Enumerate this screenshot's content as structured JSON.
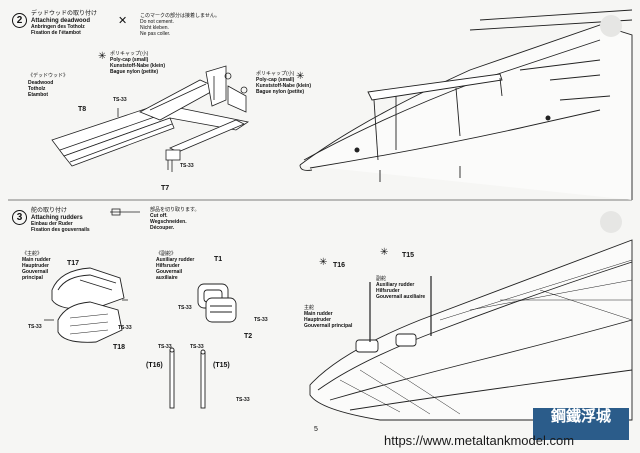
{
  "page_number": "5",
  "step2": {
    "number": "2",
    "title_jp": "デッドウッドの取り付け",
    "title_en": "Attaching deadwood",
    "title_de": "Anbringen des Totholz",
    "title_fr": "Fixation de l'étambot",
    "cement_note": [
      "このマークの部分は接着しません。",
      "Do not cement.",
      "Nicht kleben.",
      "Ne pas coller."
    ],
    "part_label_jp": "《デッドウッド》",
    "part_label_en": "Deadwood",
    "part_label_de": "Totholz",
    "part_label_fr": "Etambot",
    "polycap_left": [
      "ポリキャップ(小)",
      "Poly-cap (small)",
      "Kunststoff-Nabe (klein)",
      "Bague nylon (petite)"
    ],
    "polycap_right": [
      "ポリキャップ(小)",
      "Poly-cap (small)",
      "Kunststoff-Nabe (klein)",
      "Bague nylon (petite)"
    ],
    "part_t8": "T8",
    "part_t7": "T7",
    "screw_a": "TS-33",
    "screw_b": "TS-33"
  },
  "step3": {
    "number": "3",
    "title_jp": "舵の取り付け",
    "title_en": "Attaching rudders",
    "title_de": "Einbau der Ruder",
    "title_fr": "Fixation des gouvernails",
    "cut_note": [
      "部品を切り取ります。",
      "Cut off.",
      "Wegschneiden.",
      "Découper."
    ],
    "main_rudder": [
      "《主舵》",
      "Main rudder",
      "Hauptruder",
      "Gouvernail",
      "principal"
    ],
    "aux_rudder": [
      "《副舵》",
      "Auxiliary rudder",
      "Hilfsruder",
      "Gouvernail",
      "auxiliaire"
    ],
    "part_t17": "T17",
    "part_t18": "T18",
    "part_t1": "T1",
    "part_t2": "T2",
    "part_t16_paren": "(T16)",
    "part_t15_paren": "(T15)",
    "screw_labels": [
      "TS-33",
      "TS-33",
      "TS-33",
      "TS-33",
      "TS-33",
      "TS-33",
      "TS-33"
    ],
    "part_t16": "T16",
    "part_t15": "T15",
    "aux_rudder_right": [
      "副舵",
      "Auxiliary rudder",
      "Hilfsruder",
      "Gouvernail auxiliaire"
    ],
    "main_rudder_right": [
      "主舵",
      "Main rudder",
      "Hauptruder",
      "Gouvernail principal"
    ]
  },
  "watermark": "https://www.metaltankmodel.com",
  "logo_text": "鋼鐵浮城"
}
